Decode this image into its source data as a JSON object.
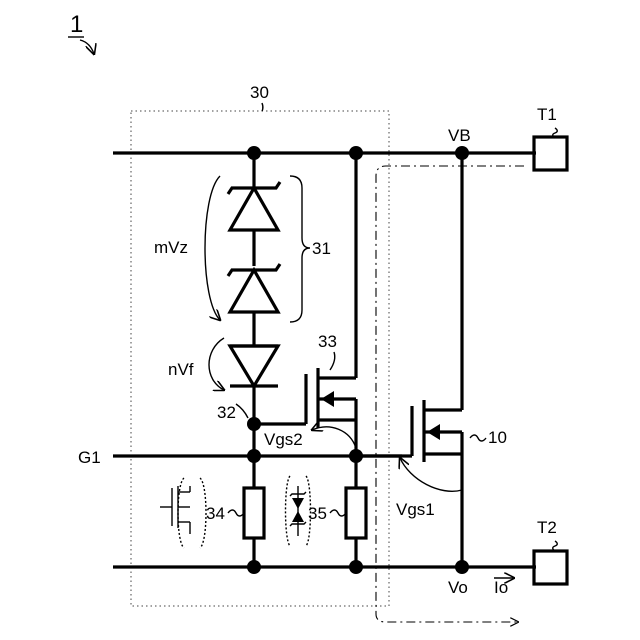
{
  "labels": {
    "fig_ref": "1",
    "block_ref": "30",
    "vb": "VB",
    "t1": "T1",
    "t2": "T2",
    "g1": "G1",
    "vo": "Vo",
    "io": "Io",
    "mvz": "mVz",
    "nvf": "nVf",
    "ref31": "31",
    "ref32": "32",
    "ref33": "33",
    "ref34": "34",
    "ref35": "35",
    "ref10": "10",
    "vgs1": "Vgs1",
    "vgs2": "Vgs2"
  }
}
